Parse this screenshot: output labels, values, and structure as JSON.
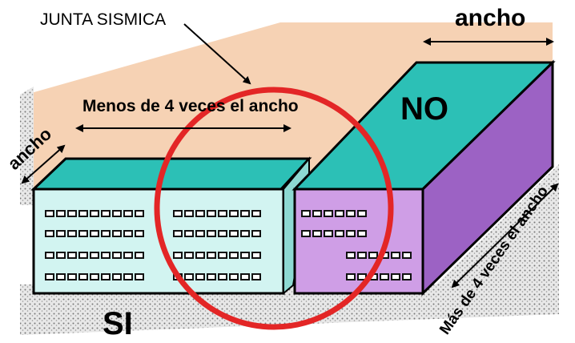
{
  "labels": {
    "joint": "JUNTA SISMICA",
    "top_width": "ancho",
    "short_length": "Menos de 4 veces el ancho",
    "left_width": "ancho",
    "good": "SI",
    "bad": "NO",
    "long_length": "Más de 4 veces el ancho"
  },
  "colors": {
    "ground": "#f6d2b4",
    "roof": "#2cc0b6",
    "left_front": "#d2f4f1",
    "purple_front": "#cf9ee6",
    "purple_side": "#9c62c4",
    "circle": "#e32626",
    "windows": "#111111"
  },
  "icons": {
    "arrows": "double-headed-arrow",
    "circle": "red-circle-highlight"
  }
}
